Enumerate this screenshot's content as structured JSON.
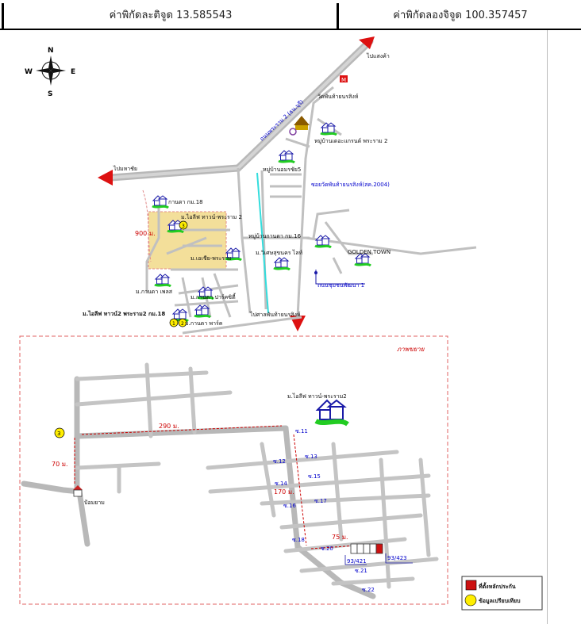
{
  "header": {
    "latitude_text": "ค่าพิกัดละติจูด 13.585543",
    "longitude_text": "ค่าพิกัดลองจิจูด 100.357457"
  },
  "compass": {
    "n": "N",
    "s": "S",
    "e": "E",
    "w": "W"
  },
  "labels": {
    "to_market": "ไปแสงค้า",
    "road_rama2": "ถนนพระราม 2 (ธน.บุรี)",
    "temple": "วัดพันท้ายนรสิงห์",
    "village_grand": "หมู่บ้านเดอะแกรนด์ พระราม 2",
    "to_mahachai": "ไปมหาชัย",
    "village_amorn": "หมู่บ้านอมรชัย5",
    "soi_temple": "ซอยวัดพันท้ายนรสิงห์(สค.2004)",
    "kanokkan": "กานดา กม.18",
    "ilife_top": "ม.ไอลีฟ ทาวน์-พระราม 2",
    "distance_900": "900 ม.",
    "village_kanda16": "หมู่บ้านกานดา กม.16",
    "mor_viset": "ม.วิเศษสุขนคร ไลท์",
    "golden_town": "GOLDEN TOWN",
    "lumsai": "ม.เอเชีย-พระราม",
    "kanda_place": "ม.กานดา เพลส",
    "kanda_park_small": "ม.กานดา ปาร์คซิตี้",
    "road_chom": "ถนนชุมชนพัฒนา 1",
    "ilife_bottom": "ม.ไอลีฟ ทาวน์2 พระราม2 กม.18",
    "kanda_park": "ม.กานดา พาร์ค",
    "to_phanthai": "ไปศาลพันท้ายนรสิงห์",
    "inset_title": "ภาพขยาย",
    "inset_ilife": "ม.ไอลีฟ ทาวน์-พระราม2",
    "dist_290": "290 ม.",
    "dist_70": "70 ม.",
    "dist_170": "170 ม.",
    "dist_75": "75 ม.",
    "guard": "ป้อมยาม",
    "plot_a": "93/421",
    "plot_b": "93/423",
    "marker_3": "3",
    "marker_1": "1",
    "marker_2": "2"
  },
  "soi": [
    "ซ.11",
    "ซ.12",
    "ซ.13",
    "ซ.14",
    "ซ.15",
    "ซ.16",
    "ซ.17",
    "ซ.18",
    "ซ.20",
    "ซ.21",
    "ซ.22"
  ],
  "legend": {
    "plot": "ที่ตั้งหลักประกัน",
    "info": "ข้อมูลเปรียบเทียบ"
  },
  "colors": {
    "road": "#b8b8b8",
    "arrow": "#dd1111",
    "highlight": "#f3df9a",
    "blue": "#1a1aa8",
    "cyan": "#33dddd",
    "legend_red": "#cc1111",
    "legend_yellow": "#ffee00"
  }
}
